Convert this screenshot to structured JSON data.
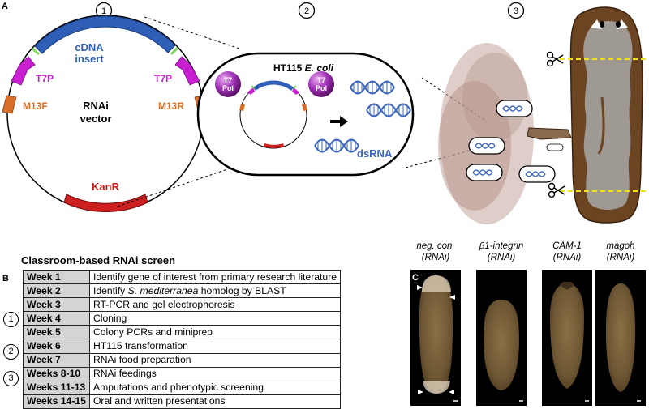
{
  "panels": {
    "a": "A",
    "b": "B",
    "c": "C"
  },
  "steps": [
    "1",
    "2",
    "3"
  ],
  "vector": {
    "insert_line1": "cDNA",
    "insert_line2": "insert",
    "promoter_left": "T7P",
    "promoter_right": "T7P",
    "primer_left": "M13F",
    "primer_right": "M13R",
    "name_line1": "RNAi",
    "name_line2": "vector",
    "resistance": "KanR"
  },
  "bacterium": {
    "strain_prefix": "HT115 ",
    "strain_species": "E. coli",
    "pol_left_line1": "T7",
    "pol_left_line2": "Pol",
    "pol_right_line1": "T7",
    "pol_right_line2": "Pol",
    "product": "dsRNA"
  },
  "screen": {
    "title": "Classroom-based RNAi screen",
    "rows": [
      {
        "week": "Week 1",
        "activity": "Identify gene of interest from primary research literature",
        "step": ""
      },
      {
        "week": "Week 2",
        "activity_pre": "Identify ",
        "activity_italic": "S. mediterranea",
        "activity_post": " homolog by BLAST",
        "step": ""
      },
      {
        "week": "Week 3",
        "activity": "RT-PCR and gel electrophoresis",
        "step": "1"
      },
      {
        "week": "Week 4",
        "activity": "Cloning",
        "step": "1"
      },
      {
        "week": "Week 5",
        "activity": "Colony PCRs and miniprep",
        "step": "1"
      },
      {
        "week": "Week 6",
        "activity": "HT115 transformation",
        "step": "2"
      },
      {
        "week": "Week 7",
        "activity": "RNAi food preparation",
        "step": "2"
      },
      {
        "week": "Weeks 8-10",
        "activity": "RNAi feedings",
        "step": "3"
      },
      {
        "week": "Weeks 11-13",
        "activity": "Amputations and phenotypic screening",
        "step": "3"
      },
      {
        "week": "Weeks 14-15",
        "activity": "Oral and written presentations",
        "step": ""
      }
    ]
  },
  "worms": [
    {
      "line1": "neg. con.",
      "line2": "(RNAi)"
    },
    {
      "line1": "β1-integrin",
      "line2": "(RNAi)"
    },
    {
      "line1": "CAM-1",
      "line2": "(RNAi)"
    },
    {
      "line1": "magoh",
      "line2": "(RNAi)"
    }
  ],
  "colors": {
    "insert": "#2e5eb5",
    "promoter": "#c81fd0",
    "primer": "#d9702a",
    "resistance": "#cc1f1f",
    "dsrna": "#3a64c0",
    "planarian": "#6b4422",
    "gut": "#a8a8a8",
    "cut_line": "#f2e21a"
  }
}
